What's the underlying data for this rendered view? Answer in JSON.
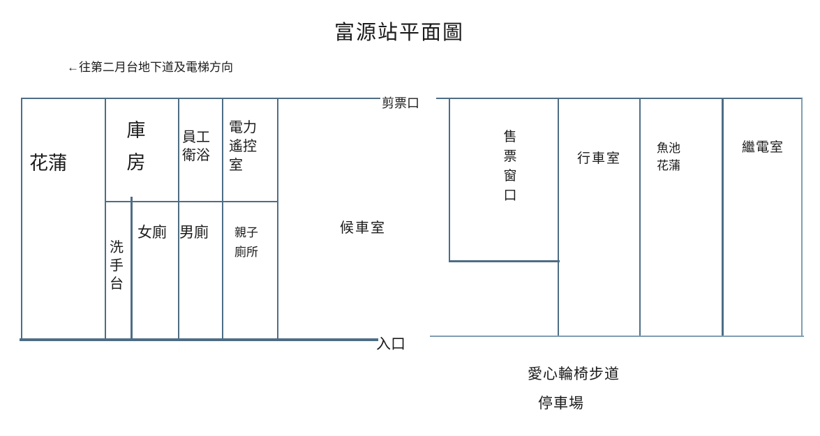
{
  "title": "富源站平面圖",
  "direction_note": {
    "arrow": "←",
    "text": "往第二月台地下道及電梯方向"
  },
  "gates": {
    "ticket_gate": "剪票口",
    "entrance": "入口"
  },
  "left_building": {
    "rooms": {
      "flower_bed": "花蒲",
      "storage": "庫房",
      "staff_bath": "員工衛浴",
      "power_remote_control": "電力遙控室",
      "washbasin": "洗手台",
      "womens_toilet": "女廁",
      "mens_toilet": "男廁",
      "family_toilet": "親子廁所",
      "waiting_room": "候車室"
    }
  },
  "right_building": {
    "rooms": {
      "ticket_window": "售票窗口",
      "operation_room": "行車室",
      "fishpond_flower_bed": "魚池花蒲",
      "relay_room": "繼電室"
    }
  },
  "outside": {
    "wheelchair_path": "愛心輪椅步道",
    "parking_lot": "停車場"
  },
  "colors": {
    "wall": "#4e6d85",
    "wall_light": "#7f9db3",
    "text": "#1b1b1b",
    "background": "#ffffff"
  }
}
